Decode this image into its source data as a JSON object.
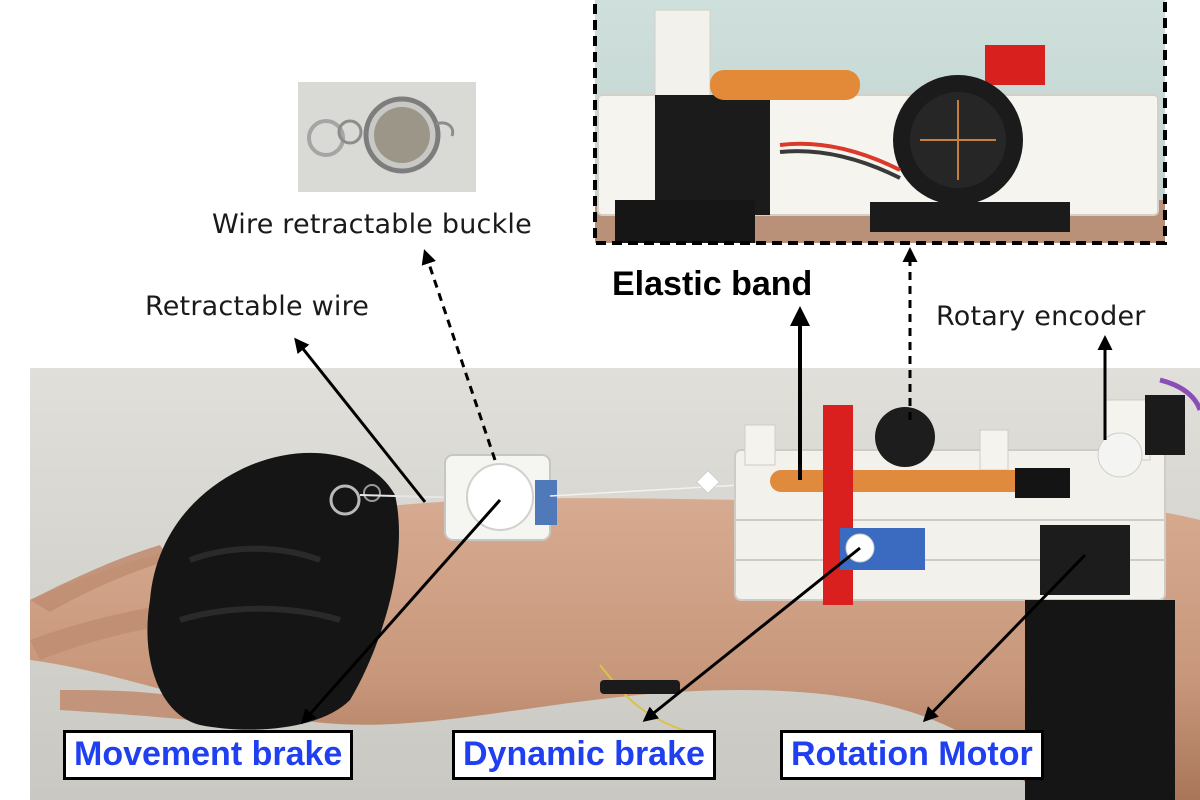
{
  "labels": {
    "wire_retractable_buckle": "Wire retractable buckle",
    "retractable_wire": "Retractable wire",
    "elastic_band": "Elastic band",
    "rotary_encoder": "Rotary encoder",
    "movement_brake": "Movement brake",
    "dynamic_brake": "Dynamic brake",
    "rotation_motor": "Rotation Motor"
  },
  "colors": {
    "boxed_label_text": "#1f3ff0",
    "background_wall": "#d9d9d4",
    "skin": "#c99a7e",
    "device_white": "#f2f0ea",
    "strap_black": "#141414",
    "gear_black": "#1b1b1b",
    "brake_red": "#d8201e"
  }
}
